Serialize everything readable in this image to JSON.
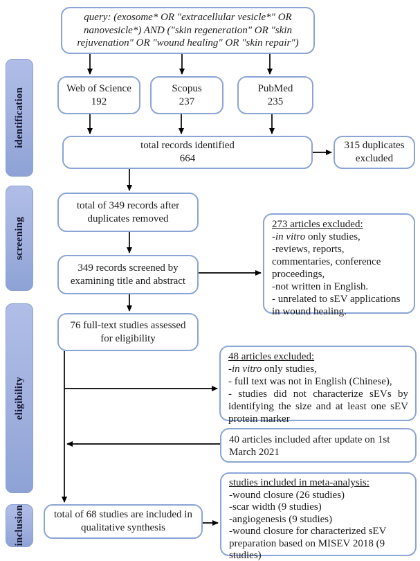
{
  "diagram": {
    "stages": [
      "identification",
      "screening",
      "eligibility",
      "inclusion"
    ],
    "query_box": "query: (exosome* OR \"extracellular vesicle*\" OR nanovesicle*) AND (\"skin regeneration\" OR \"skin rejuvenation\" OR \"wound healing\" OR \"skin repair\")",
    "databases": [
      {
        "name": "Web of Science",
        "count": "192"
      },
      {
        "name": "Scopus",
        "count": "237"
      },
      {
        "name": "PubMed",
        "count": "235"
      }
    ],
    "total_identified": {
      "line1": "total records identified",
      "count": "664"
    },
    "duplicates_excluded": "315 duplicates excluded",
    "after_duplicates": "total of 349 records after duplicates removed",
    "screened": "349 records screened by examining title and abstract",
    "excluded_273": {
      "heading": "273 articles excluded:",
      "line1": {
        "pre": "-",
        "italic": "in vitro",
        "post": " only studies,"
      },
      "line2": "-reviews, reports, commentaries, conference proceedings,",
      "line3": "-not written in English.",
      "line4": "- unrelated to sEV applications in  wound healing."
    },
    "fulltext": "76 full-text studies assessed for eligibility",
    "excluded_48": {
      "heading": "48 articles excluded:",
      "line1": {
        "pre": "-",
        "italic": "in vitro",
        "post": " only studies,"
      },
      "line2": "- full text was not in English (Chinese),",
      "line3": "- studies did not characterize sEVs by identifying the size and at least one sEV protein marker"
    },
    "update_included": "40 articles included after update on 1st March 2021",
    "synthesis": "total of 68 studies are included in qualitative synthesis",
    "meta_analysis": {
      "heading": "studies included in meta-analysis:",
      "items": [
        "-wound closure (26 studies)",
        "-scar width (9 studies)",
        "-angiogenesis (9 studies)",
        "-wound closure for characterized sEV preparation based on MISEV 2018 (9 studies)"
      ]
    },
    "colors": {
      "box_border": "#8ba4d6",
      "stage_fill": "#a3b2e0",
      "arrow": "#000000"
    }
  }
}
